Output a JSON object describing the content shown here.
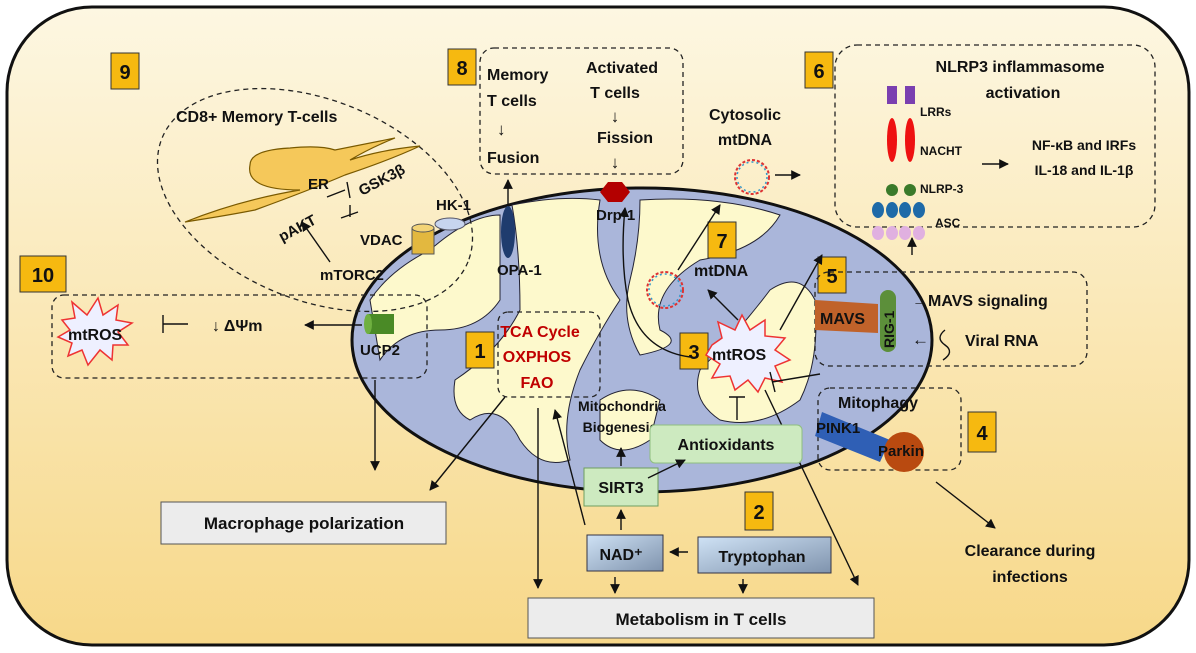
{
  "colors": {
    "cell_bg_top": "#fdf7e2",
    "cell_bg_bottom": "#f7d889",
    "mito_membrane": "#aab6da",
    "matrix": "#fdf9cc",
    "number_box": "#f6b910",
    "red_text": "#c00000",
    "antioxidant_box": "#cdeac0",
    "gray_box": "#ececec"
  },
  "numbers": [
    "1",
    "2",
    "3",
    "4",
    "5",
    "6",
    "7",
    "8",
    "9",
    "10"
  ],
  "panel9": {
    "title": "CD8+ Memory T-cells",
    "er": "ER",
    "pakt": "pAKT",
    "gsk3b": "GSK3β",
    "vdac": "VDAC",
    "hk1": "HK-1",
    "mtorc2": "mTORC2"
  },
  "panel8": {
    "memory": [
      "Memory",
      "T cells",
      "↓",
      "Fusion"
    ],
    "activated": [
      "Activated",
      "T cells",
      "↓",
      "Fission",
      "↓"
    ],
    "opa1": "OPA-1",
    "drp1": "Drp-1"
  },
  "cytosolic": [
    "Cytosolic",
    "mtDNA"
  ],
  "panel6": {
    "title": [
      "NLRP3 inflammasome",
      "activation"
    ],
    "lrrs": "LRRs",
    "nacht": "NACHT",
    "nlrp3": "NLRP-3",
    "asc": "ASC",
    "outputs": [
      "NF-κB and IRFs",
      "IL-18 and IL-1β"
    ]
  },
  "panel7": {
    "mtdna": "mtDNA"
  },
  "panel5": {
    "mavs": "MAVS",
    "rig1": "RIG-1",
    "signaling": "→MAVS signaling",
    "viral_rna": "Viral RNA"
  },
  "panel10": {
    "mtros": "mtROS",
    "delta_psi": "↓ ΔΨm",
    "ucp2": "UCP2"
  },
  "panel1": [
    "TCA Cycle",
    "OXPHOS",
    "FAO"
  ],
  "panel3": {
    "mtros": "mtROS"
  },
  "biogenesis": [
    "Mitochondria",
    "Biogenesis"
  ],
  "antioxidants": "Antioxidants",
  "sirt3": "SIRT3",
  "nad": "NAD⁺",
  "tryptophan": "Tryptophan",
  "panel4": {
    "mitophagy": "Mitophagy",
    "pink1": "PINK1",
    "parkin": "Parkin"
  },
  "clearance": [
    "Clearance during",
    "infections"
  ],
  "macrophage": "Macrophage polarization",
  "metabolism": "Metabolism in T cells"
}
